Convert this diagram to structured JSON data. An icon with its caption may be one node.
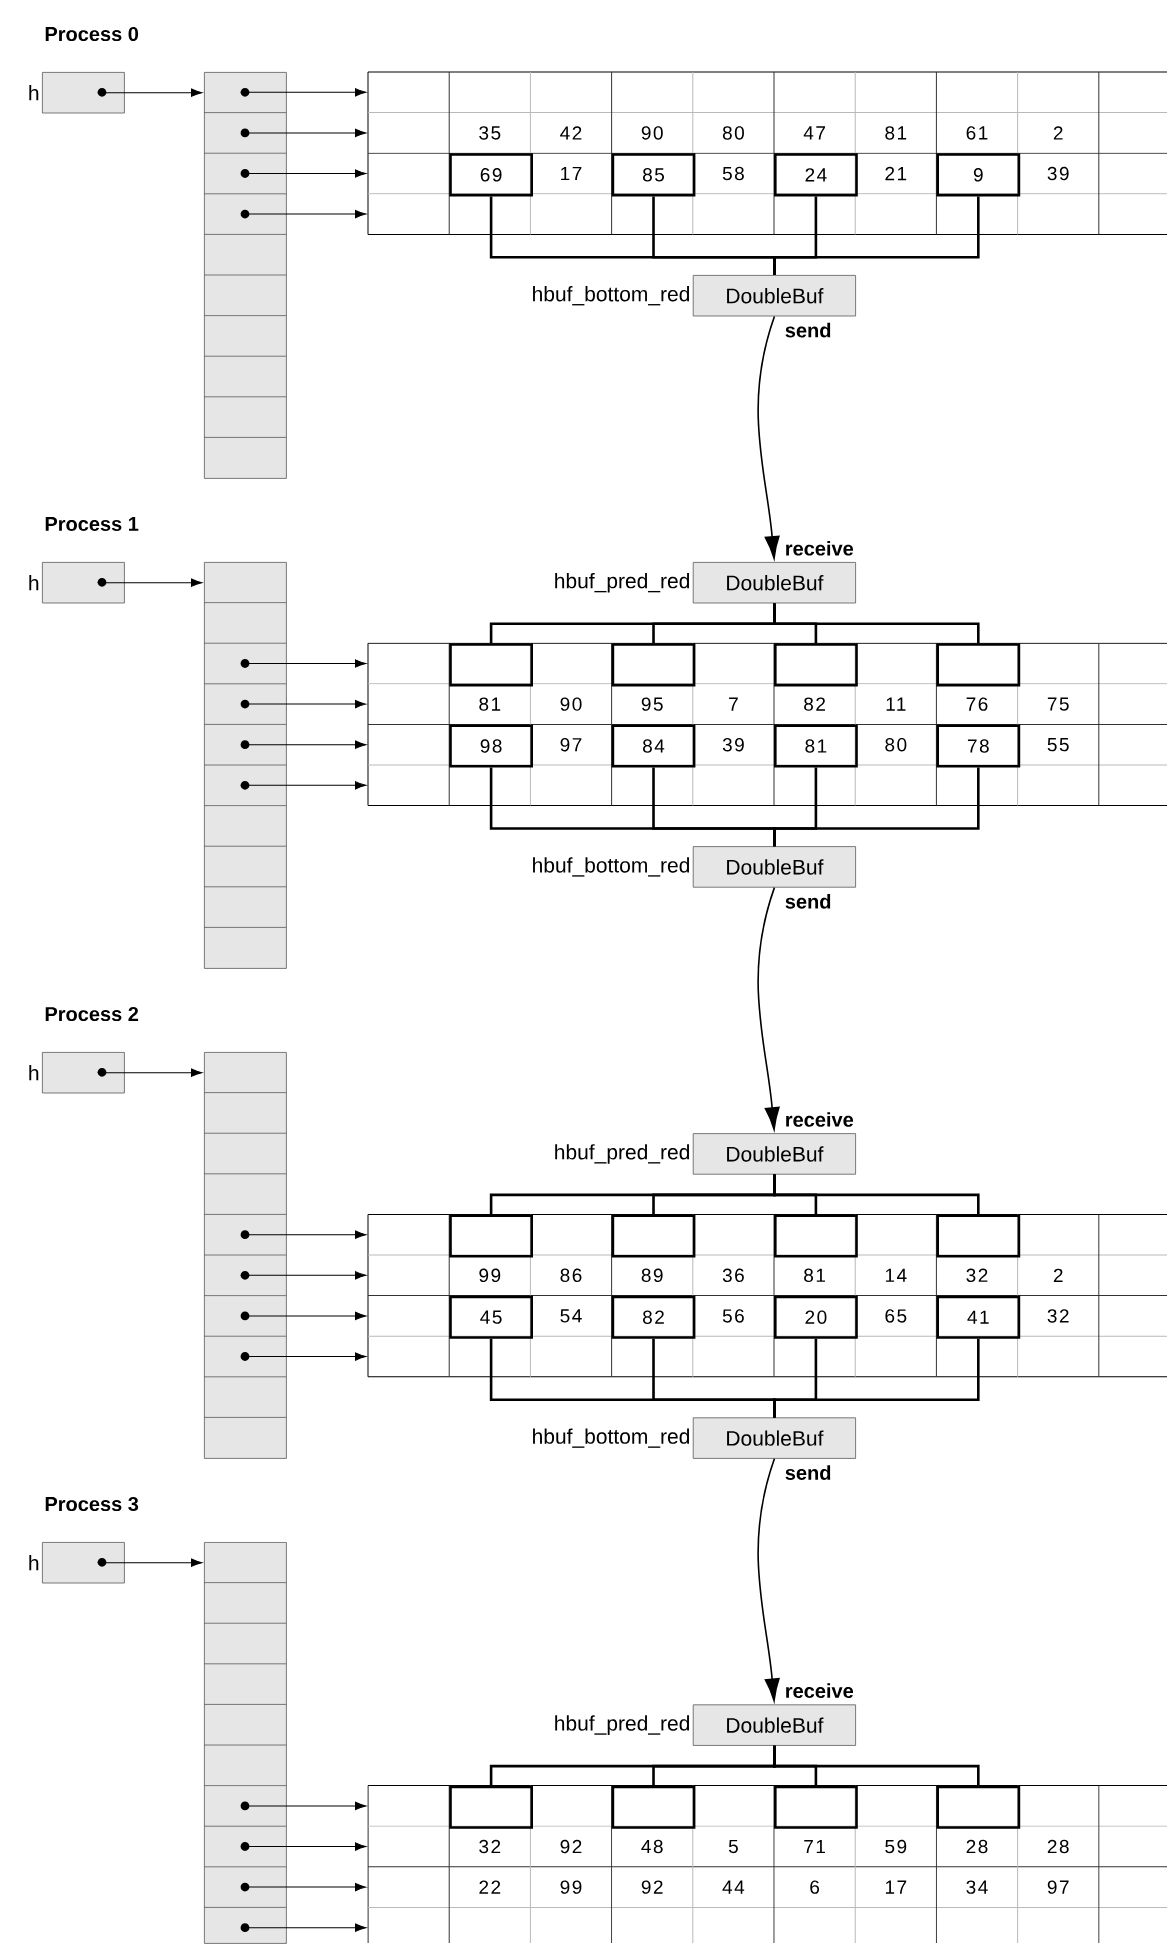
{
  "diagram": {
    "nodes": [
      {
        "text": [],
        "shape": "box",
        "beside": [
          "h"
        ]
      },
      {
        "text": [],
        "shape": "box"
      },
      {
        "text": [],
        "shape": "box"
      },
      {
        "text": [
          "69"
        ],
        "in": 2
      },
      {
        "text": [
          "85"
        ],
        "in": 2
      },
      {
        "text": [
          "24"
        ],
        "in": 2
      },
      {
        "text": [
          "9"
        ],
        "in": 2
      },
      {
        "text": [
          "DoubleBuf"
        ],
        "beside": [
          "hbuf_bottom_red",
          "send"
        ]
      },
      {
        "text": [],
        "shape": "box",
        "beside": [
          "h"
        ]
      },
      {
        "text": [],
        "shape": "box"
      },
      {
        "text": [
          "DoubleBuf"
        ],
        "beside": [
          "hbuf_pred_red",
          "receive"
        ]
      },
      {
        "text": [],
        "shape": "box"
      },
      {
        "text": [],
        "shape": "box",
        "in": 11
      },
      {
        "text": [],
        "shape": "box",
        "in": 11
      },
      {
        "text": [],
        "shape": "box",
        "in": 11
      },
      {
        "text": [],
        "shape": "box",
        "in": 11
      },
      {
        "text": [
          "98"
        ],
        "in": 11
      },
      {
        "text": [
          "84"
        ],
        "in": 11
      },
      {
        "text": [
          "81"
        ],
        "in": 11
      },
      {
        "text": [
          "78"
        ],
        "in": 11
      },
      {
        "text": [
          "DoubleBuf"
        ],
        "beside": [
          "hbuf_bottom_red",
          "send"
        ]
      },
      {
        "text": [],
        "shape": "box",
        "beside": [
          "h"
        ]
      },
      {
        "text": [],
        "shape": "box"
      },
      {
        "text": [
          "DoubleBuf"
        ],
        "beside": [
          "hbuf_pred_red",
          "receive"
        ]
      },
      {
        "text": [],
        "shape": "box"
      },
      {
        "text": [],
        "shape": "box",
        "in": 24
      },
      {
        "text": [],
        "shape": "box",
        "in": 24
      },
      {
        "text": [],
        "shape": "box",
        "in": 24
      },
      {
        "text": [],
        "shape": "box",
        "in": 24
      },
      {
        "text": [
          "45"
        ],
        "in": 24
      },
      {
        "text": [
          "82"
        ],
        "in": 24
      },
      {
        "text": [
          "20"
        ],
        "in": 24
      },
      {
        "text": [
          "41"
        ],
        "in": 24
      },
      {
        "text": [
          "DoubleBuf"
        ],
        "beside": [
          "hbuf_bottom_red",
          "send"
        ]
      },
      {
        "text": [],
        "shape": "box",
        "beside": [
          "h"
        ]
      },
      {
        "text": [],
        "shape": "box"
      },
      {
        "text": [
          "DoubleBuf"
        ],
        "beside": [
          "hbuf_pred_red",
          "receive"
        ]
      },
      {
        "text": [],
        "shape": "box"
      },
      {
        "text": [],
        "shape": "box",
        "in": 37
      },
      {
        "text": [],
        "shape": "box",
        "in": 37
      },
      {
        "text": [],
        "shape": "box",
        "in": 37
      },
      {
        "text": [],
        "shape": "box",
        "in": 37
      }
    ],
    "edges": [
      {
        "from": 0,
        "to": 1,
        "arrow": "to"
      },
      {
        "from": 1,
        "to": 2,
        "arrow": "to"
      },
      {
        "from": 1,
        "to": 2,
        "arrow": "to"
      },
      {
        "from": 1,
        "to": 2,
        "arrow": "to"
      },
      {
        "from": 1,
        "to": 2,
        "arrow": "to"
      },
      {
        "from": 3,
        "to": 7,
        "arrow": "none"
      },
      {
        "from": 4,
        "to": 7,
        "arrow": "none"
      },
      {
        "from": 5,
        "to": 7,
        "arrow": "none"
      },
      {
        "from": 6,
        "to": 7,
        "arrow": "none"
      },
      {
        "from": 7,
        "to": 10,
        "arrow": "to"
      },
      {
        "from": 8,
        "to": 9,
        "arrow": "to"
      },
      {
        "from": 9,
        "to": 11,
        "arrow": "to"
      },
      {
        "from": 9,
        "to": 11,
        "arrow": "to"
      },
      {
        "from": 9,
        "to": 11,
        "arrow": "to"
      },
      {
        "from": 9,
        "to": 11,
        "arrow": "to"
      },
      {
        "from": 10,
        "to": 12,
        "arrow": "none"
      },
      {
        "from": 10,
        "to": 13,
        "arrow": "none"
      },
      {
        "from": 10,
        "to": 14,
        "arrow": "none"
      },
      {
        "from": 10,
        "to": 15,
        "arrow": "none"
      },
      {
        "from": 16,
        "to": 20,
        "arrow": "none"
      },
      {
        "from": 17,
        "to": 20,
        "arrow": "none"
      },
      {
        "from": 18,
        "to": 20,
        "arrow": "none"
      },
      {
        "from": 19,
        "to": 20,
        "arrow": "none"
      },
      {
        "from": 20,
        "to": 23,
        "arrow": "to"
      },
      {
        "from": 21,
        "to": 22,
        "arrow": "to"
      },
      {
        "from": 22,
        "to": 24,
        "arrow": "to"
      },
      {
        "from": 22,
        "to": 24,
        "arrow": "to"
      },
      {
        "from": 22,
        "to": 24,
        "arrow": "to"
      },
      {
        "from": 22,
        "to": 24,
        "arrow": "to"
      },
      {
        "from": 23,
        "to": 25,
        "arrow": "none"
      },
      {
        "from": 23,
        "to": 26,
        "arrow": "none"
      },
      {
        "from": 23,
        "to": 27,
        "arrow": "none"
      },
      {
        "from": 23,
        "to": 28,
        "arrow": "none"
      },
      {
        "from": 29,
        "to": 33,
        "arrow": "none"
      },
      {
        "from": 30,
        "to": 33,
        "arrow": "none"
      },
      {
        "from": 31,
        "to": 33,
        "arrow": "none"
      },
      {
        "from": 32,
        "to": 33,
        "arrow": "none"
      },
      {
        "from": 33,
        "to": 36,
        "arrow": "to"
      },
      {
        "from": 34,
        "to": 35,
        "arrow": "to"
      },
      {
        "from": 35,
        "to": 37,
        "arrow": "to"
      },
      {
        "from": 35,
        "to": 37,
        "arrow": "to"
      },
      {
        "from": 35,
        "to": 37,
        "arrow": "to"
      },
      {
        "from": 35,
        "to": 37,
        "arrow": "to"
      },
      {
        "from": 36,
        "to": 38,
        "arrow": "none"
      },
      {
        "from": 36,
        "to": 39,
        "arrow": "none"
      },
      {
        "from": 36,
        "to": 40,
        "arrow": "none"
      },
      {
        "from": 36,
        "to": 41,
        "arrow": "none"
      }
    ],
    "labels": [
      "Process 0",
      "35",
      "42",
      "90",
      "80",
      "47",
      "81",
      "61",
      "2",
      "17",
      "58",
      "21",
      "39",
      "Process 1",
      "81",
      "90",
      "95",
      "7",
      "82",
      "11",
      "76",
      "75",
      "97",
      "39",
      "80",
      "55",
      "Process 2",
      "99",
      "86",
      "89",
      "36",
      "81",
      "14",
      "32",
      "2",
      "54",
      "56",
      "65",
      "32",
      "Process 3",
      "32",
      "92",
      "48",
      "5",
      "71",
      "59",
      "28",
      "28",
      "22",
      "99",
      "92",
      "44",
      "6",
      "17",
      "34",
      "97"
    ]
  }
}
